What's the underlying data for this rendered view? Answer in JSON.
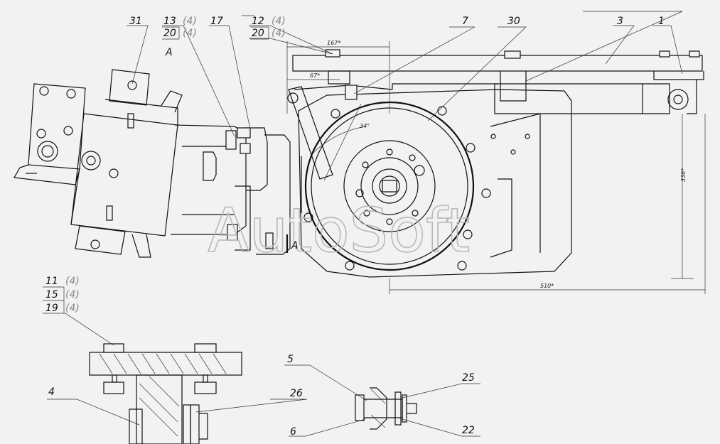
{
  "callouts": {
    "c31": "31",
    "c13": "13",
    "c13q": "(4)",
    "c20a": "20",
    "c20aq": "(4)",
    "c17": "17",
    "c12": "12",
    "c12q": "(4)",
    "c20b": "20",
    "c20bq": "(4)",
    "c7": "7",
    "c30": "30",
    "c3": "3",
    "c1": "1",
    "c11": "11",
    "c11q": "(4)",
    "c15": "15",
    "c15q": "(4)",
    "c19": "19",
    "c19q": "(4)",
    "c4": "4",
    "c26": "26",
    "c5": "5",
    "c25": "25",
    "c6": "6",
    "c22": "22"
  },
  "view_labels": {
    "top": "A",
    "section": "A"
  },
  "dimensions": {
    "d167": "167*",
    "d67": "67*",
    "d34": "34°",
    "d336": "336*",
    "d510": "510*"
  },
  "watermark": "AutoSoft"
}
